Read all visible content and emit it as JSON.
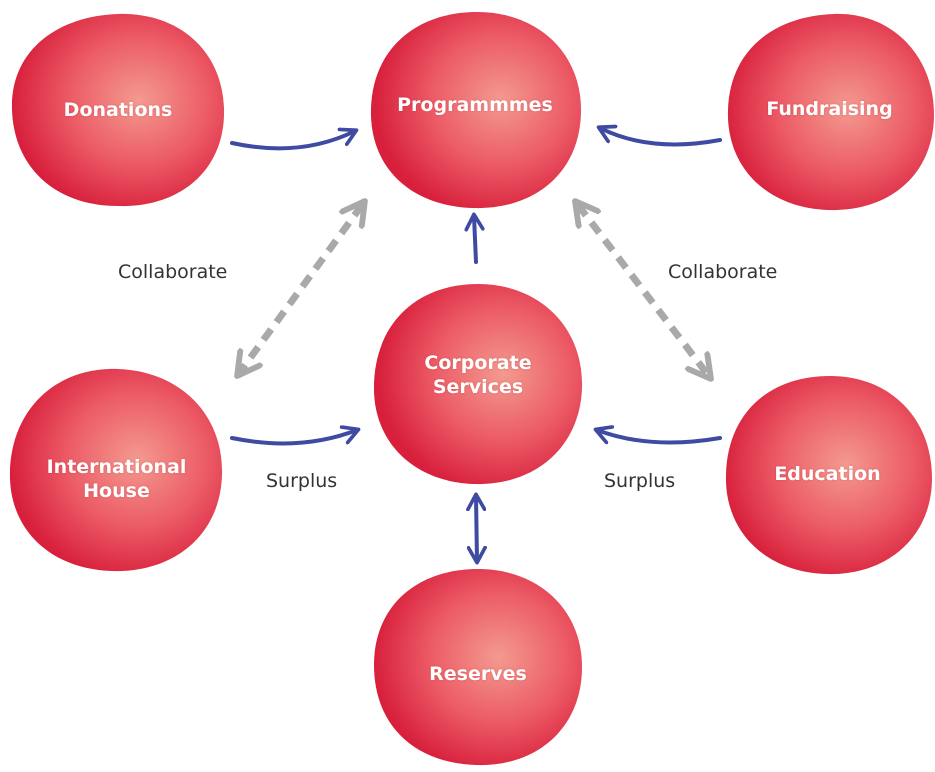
{
  "colors": {
    "node_fill": "#e8344e",
    "node_edge": "#d8203c",
    "node_highlight": "#f39a8f",
    "flow_arrow": "#3f4aa3",
    "collab_arrow": "#a9a9a9"
  },
  "nodes": {
    "donations": "Donations",
    "programmes": "Programmmes",
    "fundraising": "Fundraising",
    "corporate_services": "Corporate\nServices",
    "international_house": "International\nHouse",
    "education": "Education",
    "reserves": "Reserves"
  },
  "edge_labels": {
    "collaborate_left": "Collaborate",
    "collaborate_right": "Collaborate",
    "surplus_left": "Surplus",
    "surplus_right": "Surplus"
  }
}
